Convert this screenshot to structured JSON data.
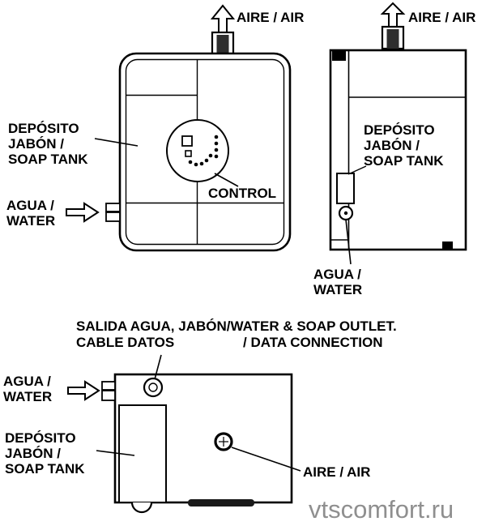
{
  "labels": {
    "front": {
      "air": "AIRE / AIR",
      "soap_tank": "DEPÓSITO\nJABÓN /\nSOAP TANK",
      "water": "AGUA /\nWATER",
      "control": "CONTROL"
    },
    "side": {
      "air": "AIRE / AIR",
      "soap_tank": "DEPÓSITO\nJABÓN /\nSOAP TANK",
      "water": "AGUA /\nWATER"
    },
    "bottom": {
      "outlet_line1": "SALIDA AGUA, JABÓN/WATER & SOAP OUTLET.",
      "outlet_line2_left": "CABLE DATOS",
      "outlet_line2_right": "/ DATA CONNECTION",
      "water": "AGUA /\nWATER",
      "soap_tank": "DEPÓSITO\nJABÓN /\nSOAP TANK",
      "air": "AIRE / AIR"
    }
  },
  "watermark": {
    "text": "vtscomfort.ru",
    "color": "#8f8f8f"
  },
  "colors": {
    "ink": "#000000",
    "background": "#ffffff"
  }
}
